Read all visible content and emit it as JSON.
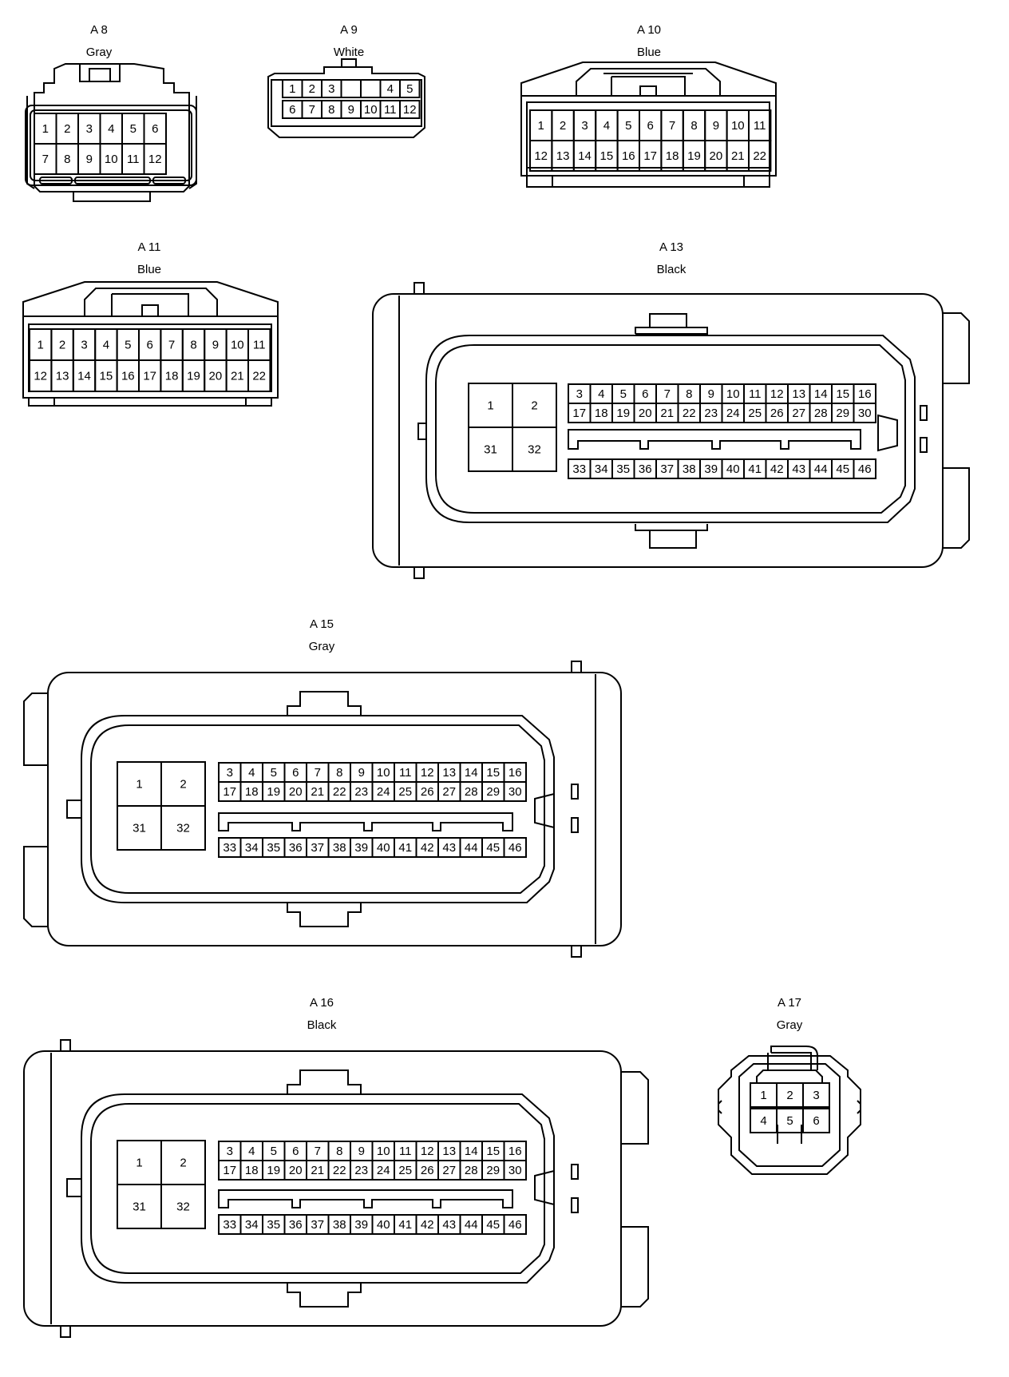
{
  "connectors": [
    {
      "code": "A 8",
      "color": "Gray",
      "pins": [
        [
          "1",
          "2",
          "3",
          "4",
          "5",
          "6"
        ],
        [
          "7",
          "8",
          "9",
          "10",
          "11",
          "12"
        ]
      ]
    },
    {
      "code": "A 9",
      "color": "White",
      "pins": [
        [
          "1",
          "2",
          "3",
          "",
          "",
          "4",
          "5"
        ],
        [
          "6",
          "7",
          "8",
          "9",
          "10",
          "11",
          "12"
        ]
      ]
    },
    {
      "code": "A 10",
      "color": "Blue",
      "pins": [
        [
          "1",
          "2",
          "3",
          "4",
          "5",
          "6",
          "7",
          "8",
          "9",
          "10",
          "11"
        ],
        [
          "12",
          "13",
          "14",
          "15",
          "16",
          "17",
          "18",
          "19",
          "20",
          "21",
          "22"
        ]
      ]
    },
    {
      "code": "A 11",
      "color": "Blue",
      "pins": [
        [
          "1",
          "2",
          "3",
          "4",
          "5",
          "6",
          "7",
          "8",
          "9",
          "10",
          "11"
        ],
        [
          "12",
          "13",
          "14",
          "15",
          "16",
          "17",
          "18",
          "19",
          "20",
          "21",
          "22"
        ]
      ]
    },
    {
      "code": "A 13",
      "color": "Black",
      "big": [
        [
          "1",
          "2"
        ],
        [
          "31",
          "32"
        ]
      ],
      "rows": [
        [
          "3",
          "4",
          "5",
          "6",
          "7",
          "8",
          "9",
          "10",
          "11",
          "12",
          "13",
          "14",
          "15",
          "16"
        ],
        [
          "17",
          "18",
          "19",
          "20",
          "21",
          "22",
          "23",
          "24",
          "25",
          "26",
          "27",
          "28",
          "29",
          "30"
        ],
        [
          "33",
          "34",
          "35",
          "36",
          "37",
          "38",
          "39",
          "40",
          "41",
          "42",
          "43",
          "44",
          "45",
          "46"
        ]
      ]
    },
    {
      "code": "A 15",
      "color": "Gray",
      "big": [
        [
          "1",
          "2"
        ],
        [
          "31",
          "32"
        ]
      ],
      "rows": [
        [
          "3",
          "4",
          "5",
          "6",
          "7",
          "8",
          "9",
          "10",
          "11",
          "12",
          "13",
          "14",
          "15",
          "16"
        ],
        [
          "17",
          "18",
          "19",
          "20",
          "21",
          "22",
          "23",
          "24",
          "25",
          "26",
          "27",
          "28",
          "29",
          "30"
        ],
        [
          "33",
          "34",
          "35",
          "36",
          "37",
          "38",
          "39",
          "40",
          "41",
          "42",
          "43",
          "44",
          "45",
          "46"
        ]
      ]
    },
    {
      "code": "A 16",
      "color": "Black",
      "big": [
        [
          "1",
          "2"
        ],
        [
          "31",
          "32"
        ]
      ],
      "rows": [
        [
          "3",
          "4",
          "5",
          "6",
          "7",
          "8",
          "9",
          "10",
          "11",
          "12",
          "13",
          "14",
          "15",
          "16"
        ],
        [
          "17",
          "18",
          "19",
          "20",
          "21",
          "22",
          "23",
          "24",
          "25",
          "26",
          "27",
          "28",
          "29",
          "30"
        ],
        [
          "33",
          "34",
          "35",
          "36",
          "37",
          "38",
          "39",
          "40",
          "41",
          "42",
          "43",
          "44",
          "45",
          "46"
        ]
      ]
    },
    {
      "code": "A 17",
      "color": "Gray",
      "pins": [
        [
          "1",
          "2",
          "3"
        ],
        [
          "4",
          "5",
          "6"
        ]
      ]
    }
  ]
}
